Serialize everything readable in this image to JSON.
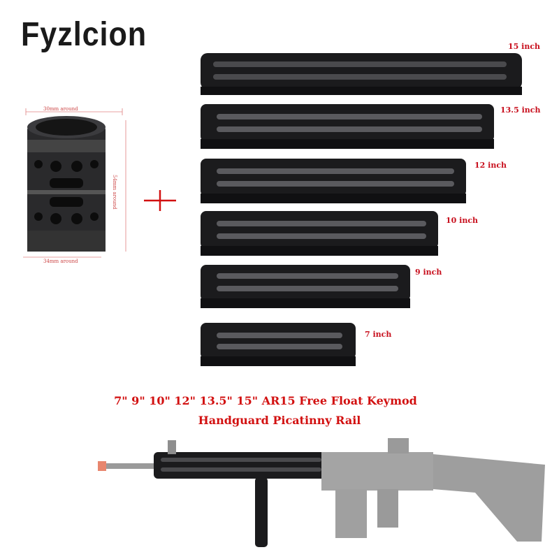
{
  "brand": "Fyzlcion",
  "rails": [
    {
      "label": "15 inch"
    },
    {
      "label": "13.5 inch"
    },
    {
      "label": "12 inch"
    },
    {
      "label": "10 inch"
    },
    {
      "label": "9 inch"
    },
    {
      "label": "7 inch"
    }
  ],
  "adapter": {
    "top_dim": "30mm around",
    "bottom_dim": "34mm around",
    "side_dim": "54mm around"
  },
  "caption": {
    "line1": "7\" 9\" 10\" 12\" 13.5\" 15\"  AR15 Free Float Keymod",
    "line2": "Handguard Picatinny Rail"
  },
  "colors": {
    "label_red": "#c8101e",
    "rail_black": "#1b1b1d",
    "rifle_gray": "#9a9a9a"
  }
}
